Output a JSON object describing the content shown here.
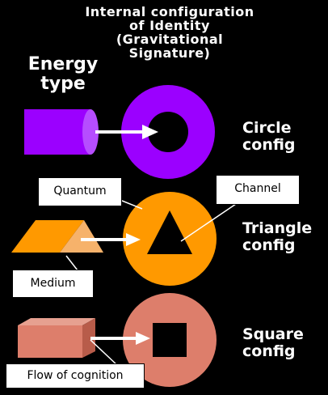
{
  "title_lines": [
    "Internal configuration",
    "of Identity",
    "(Gravitational",
    "Signature)"
  ],
  "energy_type_lines": [
    "Energy",
    "type"
  ],
  "configs": [
    {
      "lines": [
        "Circle",
        "config"
      ],
      "color": "#9b00ff"
    },
    {
      "lines": [
        "Triangle",
        "config"
      ],
      "color": "#ff9900"
    },
    {
      "lines": [
        "Square",
        "config"
      ],
      "color": "#dd7e6b"
    }
  ],
  "callouts": {
    "quantum": "Quantum",
    "channel": "Channel",
    "medium": "Medium",
    "flow": "Flow of cognition"
  },
  "colors": {
    "background": "#000000",
    "purple": "#9b00ff",
    "orange": "#ff9900",
    "salmon": "#dd7e6b",
    "arrow": "#ffffff"
  }
}
